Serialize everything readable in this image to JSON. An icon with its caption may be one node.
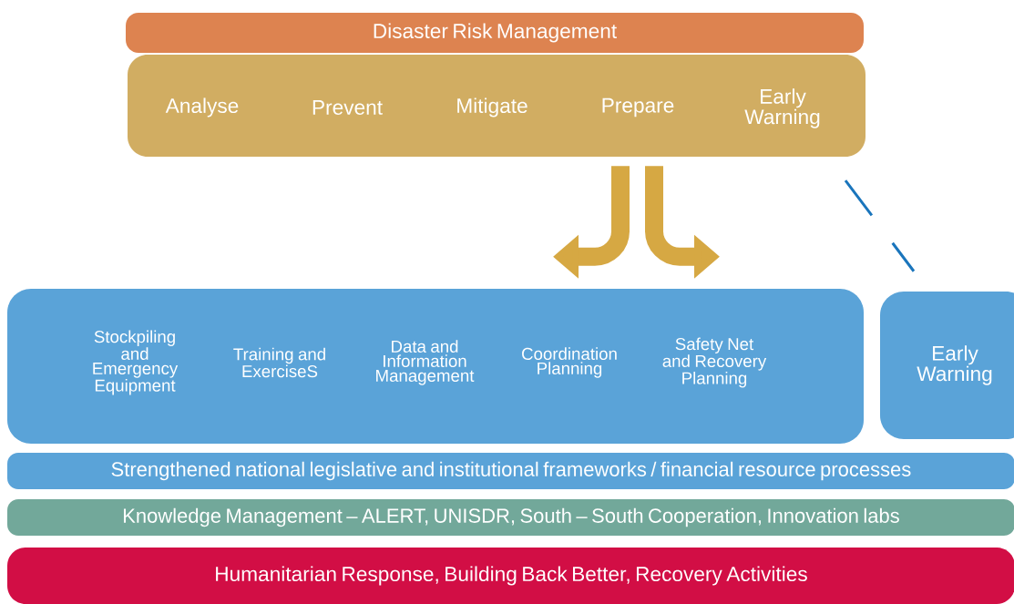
{
  "diagram": {
    "nodes": [
      {
        "text": [
          "Disaster Risk Management"
        ]
      },
      {
        "text": [],
        "shape": "box"
      },
      {
        "text": [
          "Analyse"
        ],
        "in": 1
      },
      {
        "text": [
          "Prevent"
        ],
        "in": 1
      },
      {
        "text": [
          "Mitigate"
        ],
        "in": 1
      },
      {
        "text": [
          "Prepare"
        ],
        "in": 1
      },
      {
        "text": [
          "Early Warning"
        ],
        "in": 1
      },
      {
        "text": [],
        "shape": "box"
      },
      {
        "text": [
          "Stockpiling and Emergency Equipment"
        ],
        "in": 7
      },
      {
        "text": [
          "Training and ExerciseS"
        ],
        "in": 7
      },
      {
        "text": [
          "Data and Information Management"
        ],
        "in": 7
      },
      {
        "text": [
          "Coordination Planning"
        ],
        "in": 7
      },
      {
        "text": [
          "Safety Net and Recovery Planning"
        ],
        "in": 7
      },
      {
        "text": [
          "Early Warning"
        ]
      },
      {
        "text": [
          "Strengthened national legislative and institutional frameworks / financial resource processes"
        ]
      },
      {
        "text": [
          "Knowledge Management – ALERT, UNISDR, South – South Cooperation, Innovation labs"
        ]
      },
      {
        "text": [
          "Humanitarian Response, Building Back Better, Recovery Activities"
        ]
      }
    ],
    "edges": [
      {
        "from": 1,
        "to": 7,
        "arrow": "to",
        "color": "#d6a843"
      },
      {
        "from": 1,
        "to": 7,
        "arrow": "to",
        "color": "#d6a843"
      },
      {
        "from": 6,
        "to": 13,
        "arrow": "none",
        "style": "dashed",
        "color": "#1a75bc"
      }
    ]
  }
}
